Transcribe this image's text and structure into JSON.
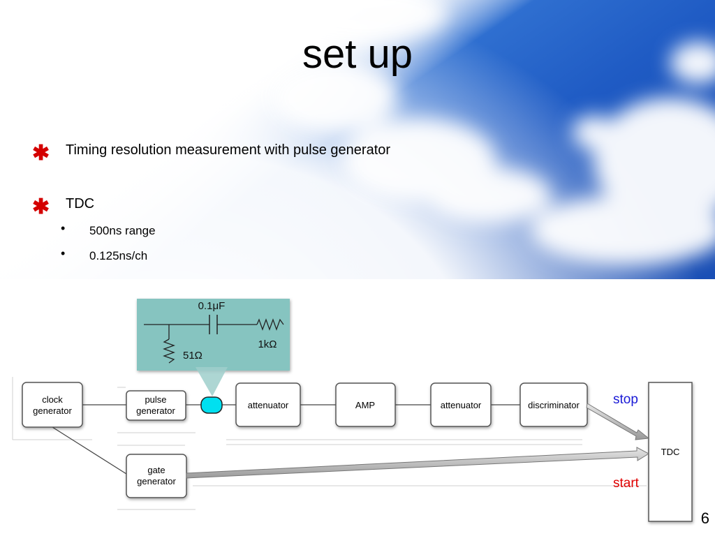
{
  "slide": {
    "title": "set up",
    "page_number": "6"
  },
  "bullets": [
    {
      "text": "Timing resolution measurement with pulse generator"
    },
    {
      "text": "TDC",
      "sub": [
        "500ns range",
        "0.125ns/ch"
      ]
    }
  ],
  "diagram": {
    "inset": {
      "capacitor_label": "0.1μF",
      "resistor_load_label": "1kΩ",
      "resistor_term_label": "51Ω"
    },
    "blocks": {
      "clock": [
        "clock",
        "generator"
      ],
      "pulse": [
        "pulse",
        "generator"
      ],
      "gate": [
        "gate",
        "generator"
      ],
      "att1": "attenuator",
      "amp": "AMP",
      "att2": "attenuator",
      "disc": "discriminator",
      "tdc": "TDC"
    },
    "labels": {
      "stop": "stop",
      "start": "start"
    },
    "colors": {
      "stop": "#1a1ad6",
      "start": "#e00000",
      "inset": "#86c4c0",
      "connector": "#00e0f0"
    }
  }
}
